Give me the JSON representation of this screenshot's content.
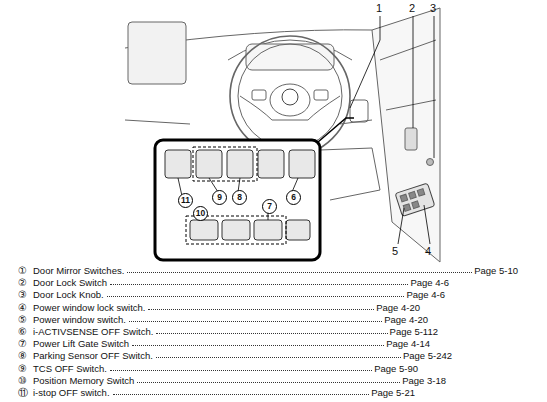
{
  "diagram": {
    "nodes": [
      {
        "text": [
          "11"
        ]
      },
      {
        "text": [
          "10"
        ]
      },
      {
        "text": [
          "9"
        ]
      },
      {
        "text": [
          "8"
        ]
      },
      {
        "text": [
          "7"
        ]
      },
      {
        "text": [
          "6"
        ]
      }
    ],
    "labels": [
      "1",
      "2",
      "3",
      "5",
      "4",
      "①",
      "Door Mirror Switches.",
      "Page 5-10",
      "②",
      "Door Lock Switch",
      "Page 4-6",
      "③",
      "Door Lock Knob.",
      "Page 4-6",
      "④",
      "Power window lock switch.",
      "Page 4-20",
      "⑤",
      "Power window switch.",
      "Page 4-20",
      "⑥",
      "i-ACTIVSENSE OFF Switch.",
      "Page 5-112",
      "⑦",
      "Power Lift Gate Switch",
      "Page 4-14",
      "⑧",
      "Parking Sensor OFF Switch.",
      "Page 5-242",
      "⑨",
      "TCS OFF Switch.",
      "Page 5-90",
      "⑩",
      "Position Memory Switch",
      "Page 3-18",
      "⑪",
      "i-stop OFF switch.",
      "Page 5-21"
    ]
  }
}
